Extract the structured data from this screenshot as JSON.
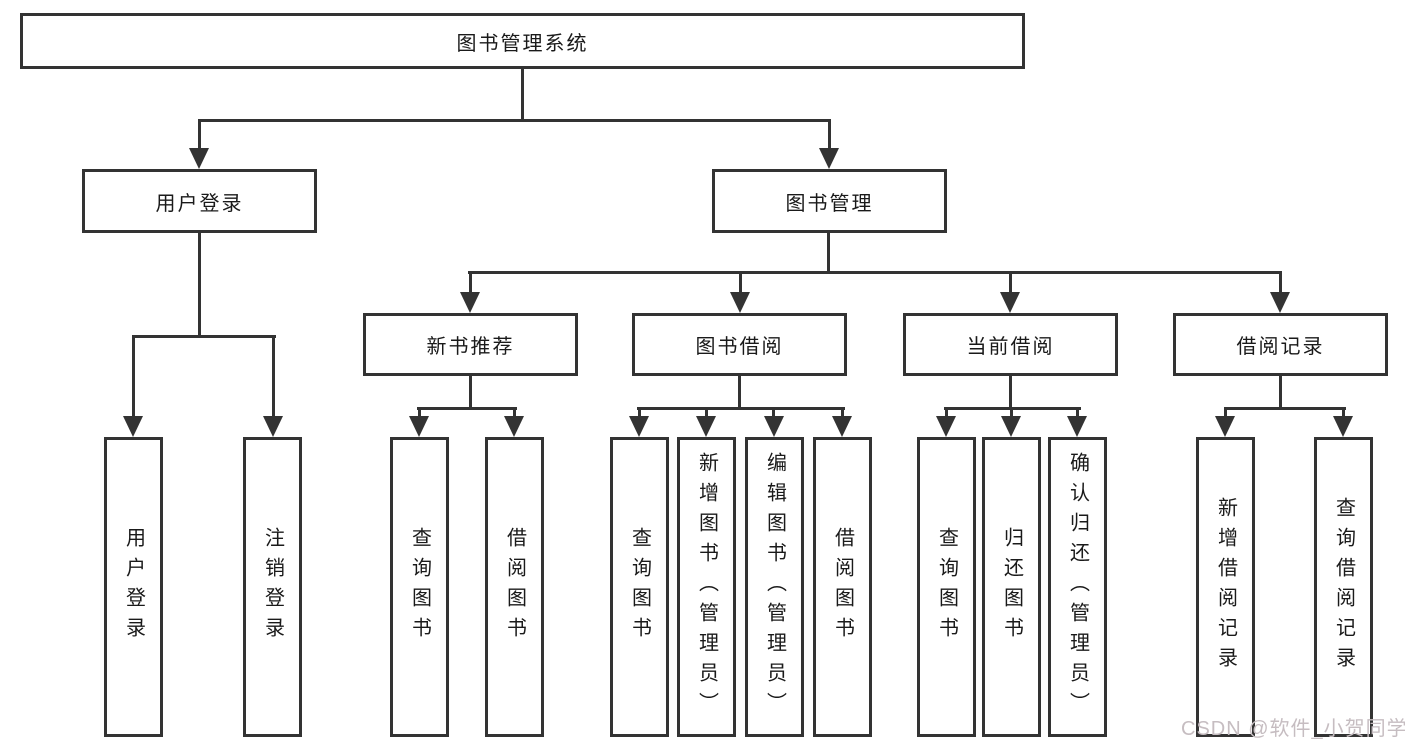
{
  "nodes": {
    "root": "图书管理系统",
    "level2": [
      {
        "label": "用户登录"
      },
      {
        "label": "图书管理"
      }
    ],
    "level3": [
      {
        "label": "新书推荐"
      },
      {
        "label": "图书借阅"
      },
      {
        "label": "当前借阅"
      },
      {
        "label": "借阅记录"
      }
    ],
    "leaves": [
      {
        "label": "用户登录"
      },
      {
        "label": "注销登录"
      },
      {
        "label": "查询图书"
      },
      {
        "label": "借阅图书"
      },
      {
        "label": "查询图书"
      },
      {
        "label": "新增图书（管理员）"
      },
      {
        "label": "编辑图书（管理员）"
      },
      {
        "label": "借阅图书"
      },
      {
        "label": "查询图书"
      },
      {
        "label": "归还图书"
      },
      {
        "label": "确认归还（管理员）"
      },
      {
        "label": "新增借阅记录"
      },
      {
        "label": "查询借阅记录"
      }
    ]
  },
  "watermark": "CSDN @软件_小贺同学",
  "colors": {
    "line": "#333333",
    "box_bg": "#ffffff",
    "text": "#1a1a1a",
    "watermark": "#c6bdc1"
  }
}
